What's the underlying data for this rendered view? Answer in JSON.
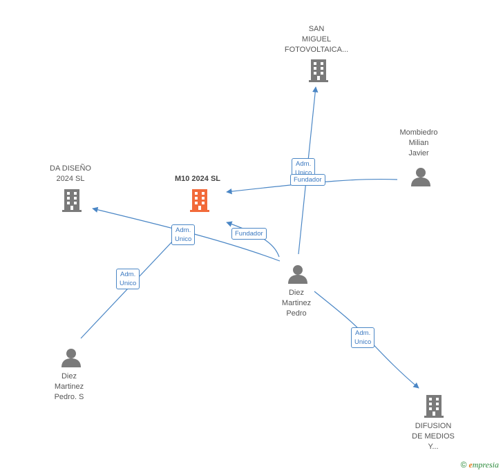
{
  "colors": {
    "edge": "#4a86c5",
    "building": "#7a7a7a",
    "main_building": "#f26a3a",
    "person": "#7a7a7a"
  },
  "nodes": {
    "san_miguel": {
      "label": "SAN\nMIGUEL\nFOTOVOLTAICA...",
      "icon": "building-icon"
    },
    "mombiedro": {
      "label": "Mombiedro\nMilian\nJavier",
      "icon": "person-icon"
    },
    "da_diseno": {
      "label": "DA DISEÑO\n2024  SL",
      "icon": "building-icon"
    },
    "m10": {
      "label": "M10 2024  SL",
      "icon": "building-icon"
    },
    "diez_pedro": {
      "label": "Diez\nMartinez\nPedro",
      "icon": "person-icon"
    },
    "diez_pedro_s": {
      "label": "Diez\nMartinez\nPedro.  S",
      "icon": "person-icon"
    },
    "difusion": {
      "label": "DIFUSION\nDE MEDIOS\nY...",
      "icon": "building-icon"
    }
  },
  "edge_labels": {
    "adm_unico_san_miguel": "Adm.\nUnico",
    "fundador_mombiedro": "Fundador",
    "adm_unico_da_diseno": "Adm.\nUnico",
    "fundador_m10": "Fundador",
    "adm_unico_pedro_s": "Adm.\nUnico",
    "adm_unico_difusion": "Adm.\nUnico"
  },
  "brand": {
    "symbol": "©",
    "initial": "e",
    "rest": "mpresia"
  }
}
